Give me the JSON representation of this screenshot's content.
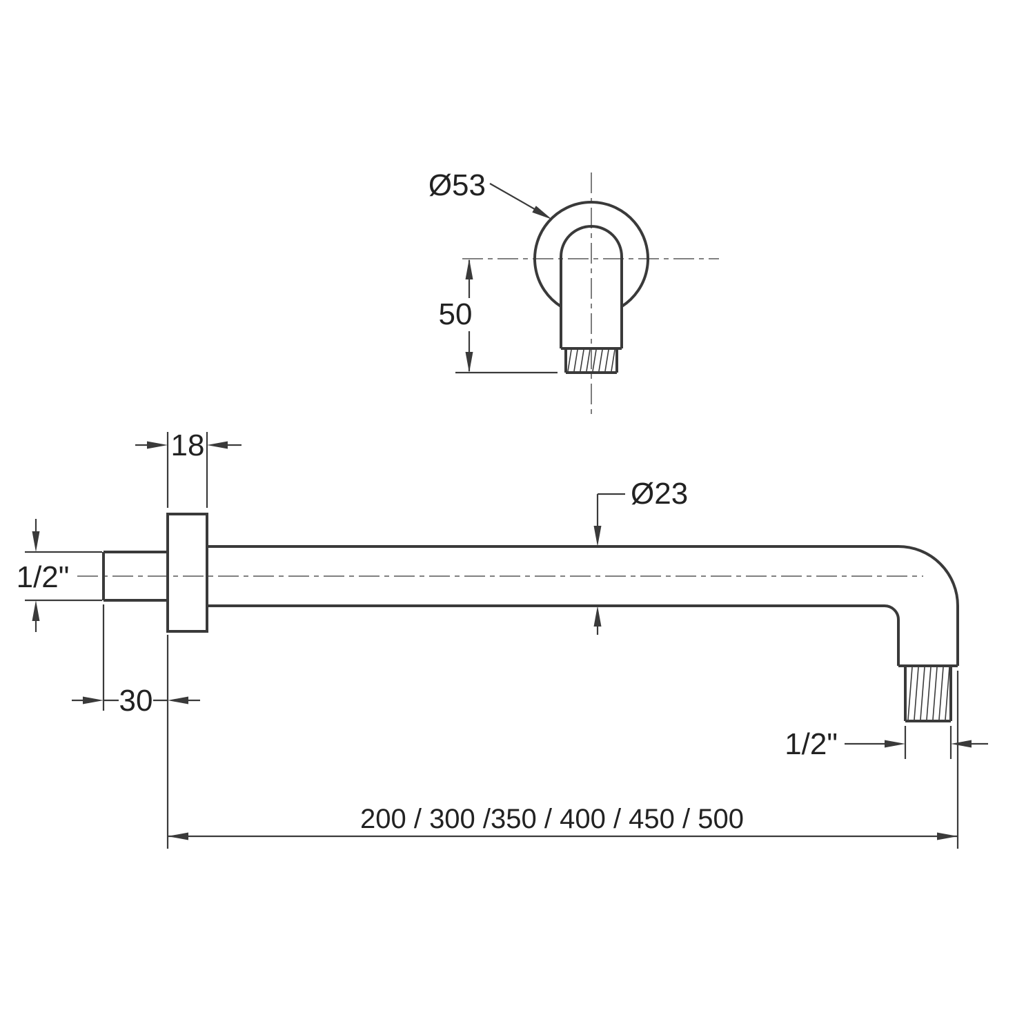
{
  "drawing": {
    "line_color": "#3a3a3a",
    "front_view": {
      "flange_diameter_label": "Ø53",
      "drop_label": "50"
    },
    "side_view": {
      "flange_thickness_label": "18",
      "pipe_diameter_label": "Ø23",
      "inlet_thread_label": "1/2\"",
      "thread_length_label": "30",
      "outlet_thread_label": "1/2\"",
      "arm_lengths_label": "200 / 300 /350 / 400 / 450 / 500"
    }
  }
}
